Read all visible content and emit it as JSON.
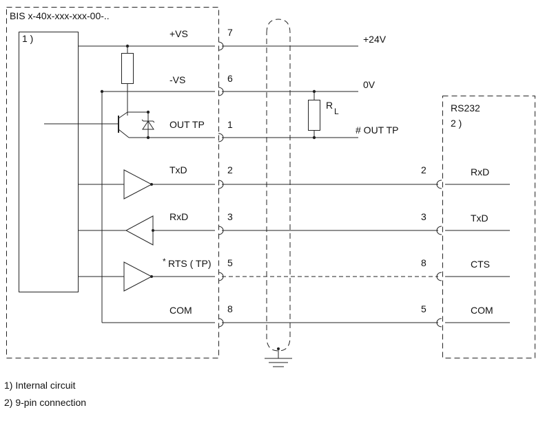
{
  "device": {
    "title": "BIS x-40x-xxx-xxx-00-..",
    "block_label": "1 )"
  },
  "rs232": {
    "title": "RS232",
    "subtitle": "2 )"
  },
  "resistor_label": {
    "main": "R",
    "sub": "L"
  },
  "signals": [
    {
      "left_label": "+VS",
      "pin": "7",
      "far_label": "+24V"
    },
    {
      "left_label": "-VS",
      "pin": "6",
      "far_label": "0V"
    },
    {
      "left_label": "OUT TP",
      "pin": "1",
      "far_label": "# OUT TP"
    },
    {
      "left_label": "TxD",
      "pin": "2",
      "remote_pin": "2",
      "remote_label": "RxD"
    },
    {
      "left_label": "RxD",
      "pin": "3",
      "remote_pin": "3",
      "remote_label": "TxD"
    },
    {
      "left_label": "RTS ( TP)",
      "left_prefix": "*",
      "pin": "5",
      "remote_pin": "8",
      "remote_label": "CTS"
    },
    {
      "left_label": "COM",
      "pin": "8",
      "remote_pin": "5",
      "remote_label": "COM"
    }
  ],
  "notes": [
    "1) Internal circuit",
    "2) 9-pin connection"
  ]
}
